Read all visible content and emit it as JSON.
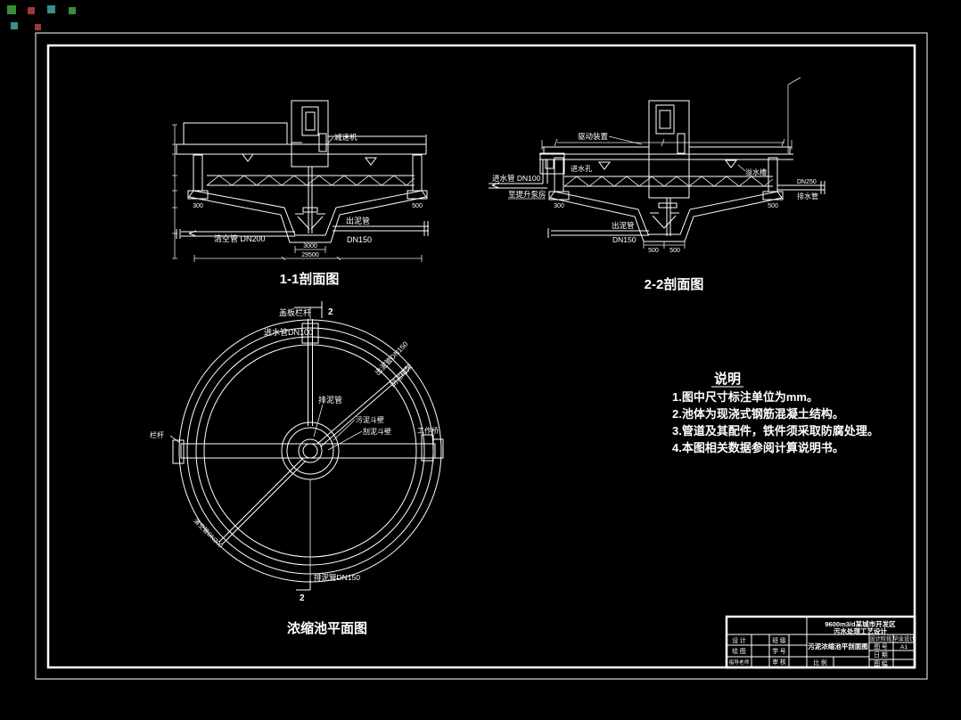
{
  "artifact_colors": {
    "green": "#3f9f3f",
    "red": "#b04040",
    "cyan": "#3f9f9f"
  },
  "views": {
    "section1": {
      "title": "1-1剖面图",
      "labels": {
        "reducer": "减速机",
        "empty_pipe": "清空管 DN200",
        "sludge_pipe": "出泥管",
        "sludge_pipe_dn": "DN150"
      },
      "dims": {
        "d3000": "3000",
        "d29500": "29500",
        "d300": "300",
        "d500": "500"
      }
    },
    "section2": {
      "title": "2-2剖面图",
      "labels": {
        "drive": "驱动装置",
        "inlet_hole": "进水孔",
        "inlet_pipe": "进水管 DN100",
        "to_pump_house": "至提升泵房",
        "launder": "溢水槽",
        "drain_dn": "DN250",
        "drain_pipe": "排水管",
        "sludge_pipe": "出泥管",
        "sludge_pipe_dn": "DN150"
      },
      "dims": {
        "d300": "300",
        "d500_wall": "500",
        "d500_a": "500",
        "d500_b": "500"
      }
    },
    "plan": {
      "title": "浓缩池平面图",
      "labels": {
        "cover_rail": "盖板栏杆",
        "inlet_pipe": "进水管DN100",
        "section_mark_top": "2",
        "section_mark_bottom": "2",
        "sludge_pipe_diag": "出泥管DN150",
        "scraper_truss": "刮泥桁架",
        "center_pipe": "排泥管",
        "hopper_wall_1": "污泥斗壁",
        "hopper_wall_2": "刮泥斗壁",
        "railing": "栏杆",
        "work_bridge": "工作桥",
        "bottom_pipe": "排泥管DN150",
        "empty_pipe_diag": "清空管DN200"
      }
    }
  },
  "notes": {
    "title": "说明",
    "items": [
      "1.图中尺寸标注单位为mm。",
      "2.池体为现浇式钢筋混凝土结构。",
      "3.管道及其配件，铁件须采取防腐处理。",
      "4.本图相关数据参阅计算说明书。"
    ]
  },
  "title_block": {
    "project_line1": "9600m3/d某城市开发区",
    "project_line2": "污水处理工艺设计",
    "drawing_name": "污泥浓缩池平剖面图",
    "fields": {
      "design": "设 计",
      "draw": "绘 图",
      "advisor": "指导老师",
      "class": "班 级",
      "student_no": "学 号",
      "check": "审 核",
      "scale": "比 例",
      "stage_label": "设计阶段",
      "stage_value": "毕业设计",
      "sheet_no_label": "图 号",
      "sheet_no_value": "A1",
      "date_label": "日 期",
      "format_label": "图 幅"
    }
  }
}
